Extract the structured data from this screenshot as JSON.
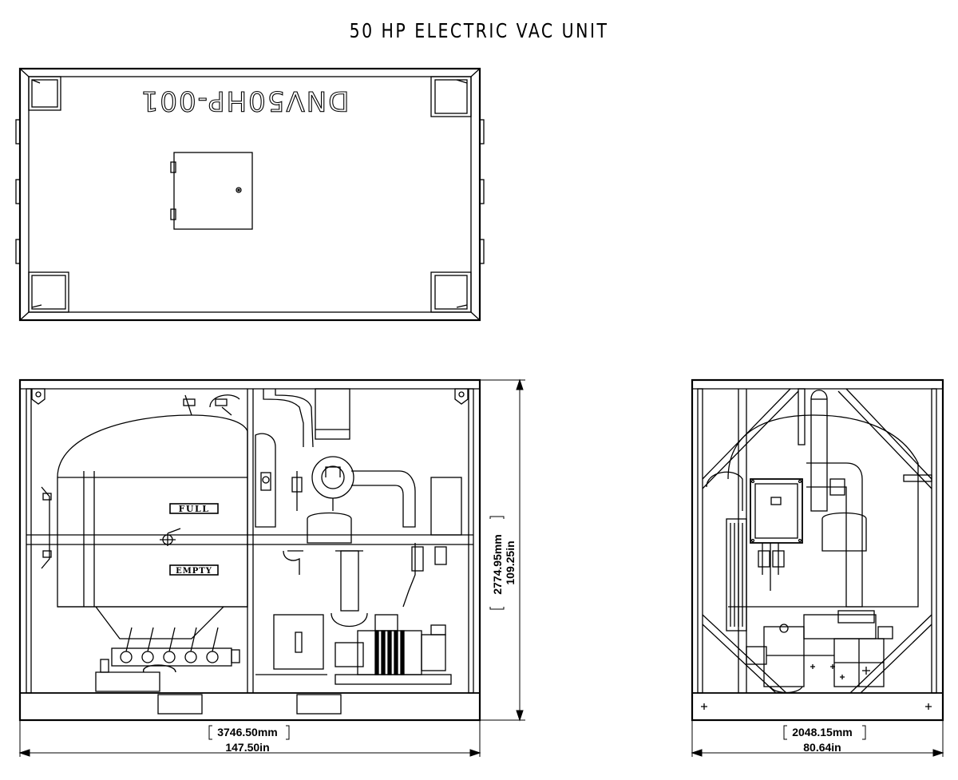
{
  "title": "50 HP ELECTRIC VAC UNIT",
  "top_view": {
    "part_number": "DNV50HP-001"
  },
  "front_view": {
    "gauge_full": "FULL",
    "gauge_empty": "EMPTY",
    "height_mm": "2774.95mm",
    "height_in": "109.25in",
    "width_mm": "3746.50mm",
    "width_in": "147.50in"
  },
  "side_view": {
    "width_mm": "2048.15mm",
    "width_in": "80.64in"
  }
}
